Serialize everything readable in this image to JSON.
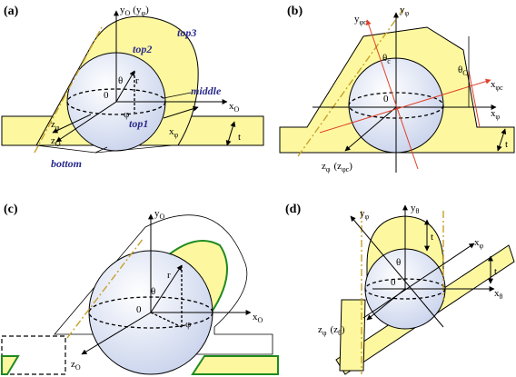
{
  "panels": {
    "a": {
      "label": "(a)",
      "yaxis": "y",
      "yaxis_sub": "O",
      "yaxis_paren": "(y",
      "yaxis_paren_sub": "φ",
      "close_paren": ")",
      "xO": "x",
      "xO_sub": "O",
      "zO": "z",
      "zO_sub": "O",
      "zphi": "z",
      "zphi_sub": "φ",
      "xphi": "x",
      "xphi_sub": "φ",
      "theta": "θ",
      "r": "r",
      "phi": "φ",
      "zero": "0",
      "t": "t",
      "top1": "top1",
      "top2": "top2",
      "top3": "top3",
      "middle": "middle",
      "bottom": "bottom"
    },
    "b": {
      "label": "(b)",
      "yphi": "y",
      "yphi_sub": "φ",
      "yphic": "y",
      "yphic_sub": "φc",
      "xphic": "x",
      "xphic_sub": "φc",
      "xphi": "x",
      "xphi_sub": "φ",
      "theta_c1": "θ",
      "theta_c1_sub": "c",
      "theta_c2": "θ",
      "theta_c2_sub": "C",
      "zero": "0",
      "t": "t",
      "zphi": "z",
      "zphi_sub": "φ",
      "zphic_paren": "(z",
      "zphic_sub": "φc",
      "close_paren": ")"
    },
    "c": {
      "label": "(c)",
      "yO": "y",
      "yO_sub": "O",
      "xO": "x",
      "xO_sub": "O",
      "zO": "z",
      "zO_sub": "O",
      "theta": "θ",
      "r": "r",
      "phi": "φ",
      "zero": "0"
    },
    "d": {
      "label": "(d)",
      "yphi": "y",
      "yphi_sub": "φ",
      "ytheta": "y",
      "ytheta_sub": "θ",
      "xphi": "x",
      "xphi_sub": "φ",
      "xtheta": "x",
      "xtheta_sub": "θ",
      "theta": "θ",
      "zero": "0",
      "t1": "t",
      "t2": "t",
      "zphi": "z",
      "zphi_sub": "φ",
      "ztheta_paren": "(z",
      "ztheta_sub": "θ",
      "close_paren": ")"
    }
  },
  "colors": {
    "yellow_fill": "#fdf8a0",
    "sphere_fill": "#dfe6f5",
    "green_edge": "#1f8a1f",
    "red_axis": "#e0402a",
    "dash_dot": "#c8a02a"
  }
}
